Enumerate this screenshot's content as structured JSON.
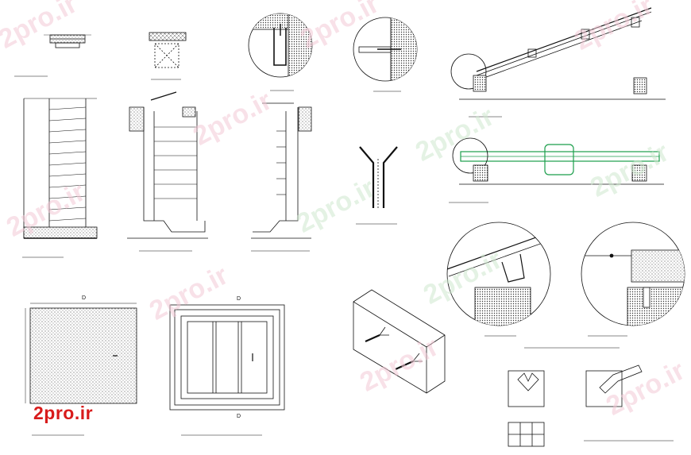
{
  "logo": {
    "text": "2pro.ir"
  },
  "watermark": {
    "text": "2pro.ir"
  },
  "dimension_marks": {
    "plan_a": "D",
    "plan_b": "D",
    "plan_b_bottom": "D"
  },
  "colors": {
    "line": "#111111",
    "accent_green": "#1b9e4b",
    "logo_red": "#d81b1b",
    "watermark_pink": "#f3c9d6"
  }
}
